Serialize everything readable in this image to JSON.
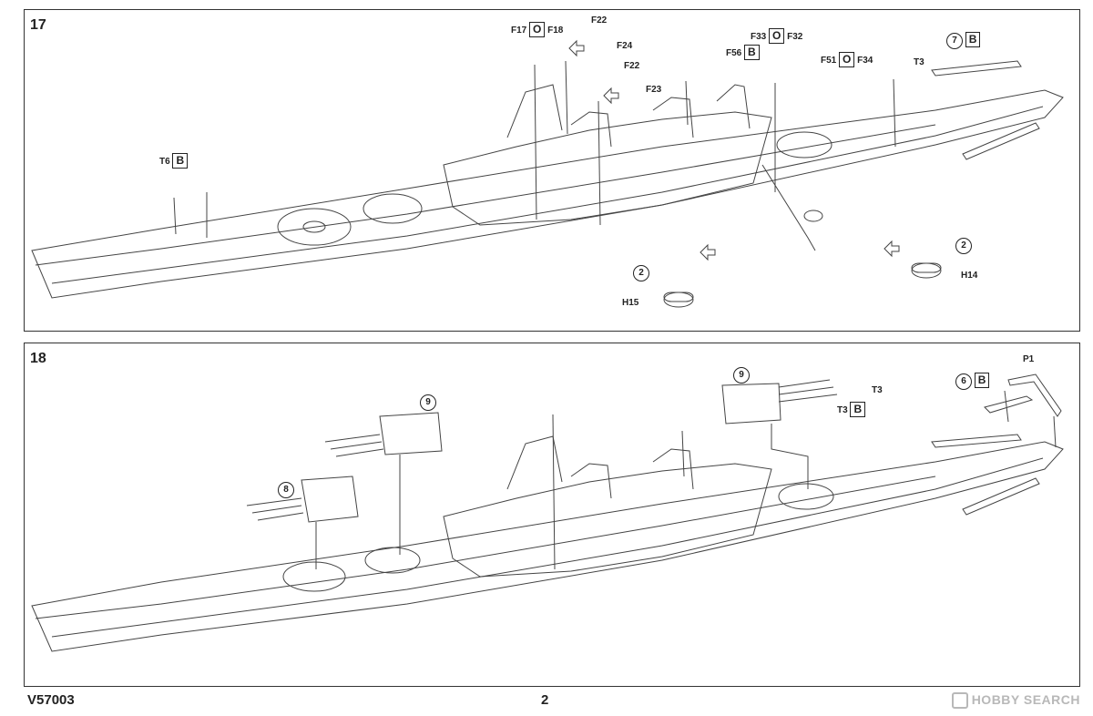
{
  "steps": [
    {
      "number": "17",
      "labels": {
        "t6": "T6",
        "b_t6": "B",
        "f17": "F17",
        "o_f17": "O",
        "f18": "F18",
        "f22a": "F22",
        "f24": "F24",
        "f22b": "F22",
        "f23": "F23",
        "f33": "F33",
        "o_f33": "O",
        "f32": "F32",
        "f56": "F56",
        "b_f56": "B",
        "f51": "F51",
        "o_f51": "O",
        "f34": "F34",
        "t3": "T3",
        "n7": "7",
        "b7": "B",
        "n2a": "2",
        "h15": "H15",
        "n2b": "2",
        "h14": "H14"
      }
    },
    {
      "number": "18",
      "labels": {
        "n9a": "9",
        "n9b": "9",
        "n8": "8",
        "t3a": "T3",
        "b_t3": "B",
        "t3b": "T3",
        "n6": "6",
        "b6": "B",
        "p1": "P1"
      }
    }
  ],
  "footer": {
    "code": "V57003",
    "page": "2",
    "brand": "HOBBY SEARCH"
  }
}
